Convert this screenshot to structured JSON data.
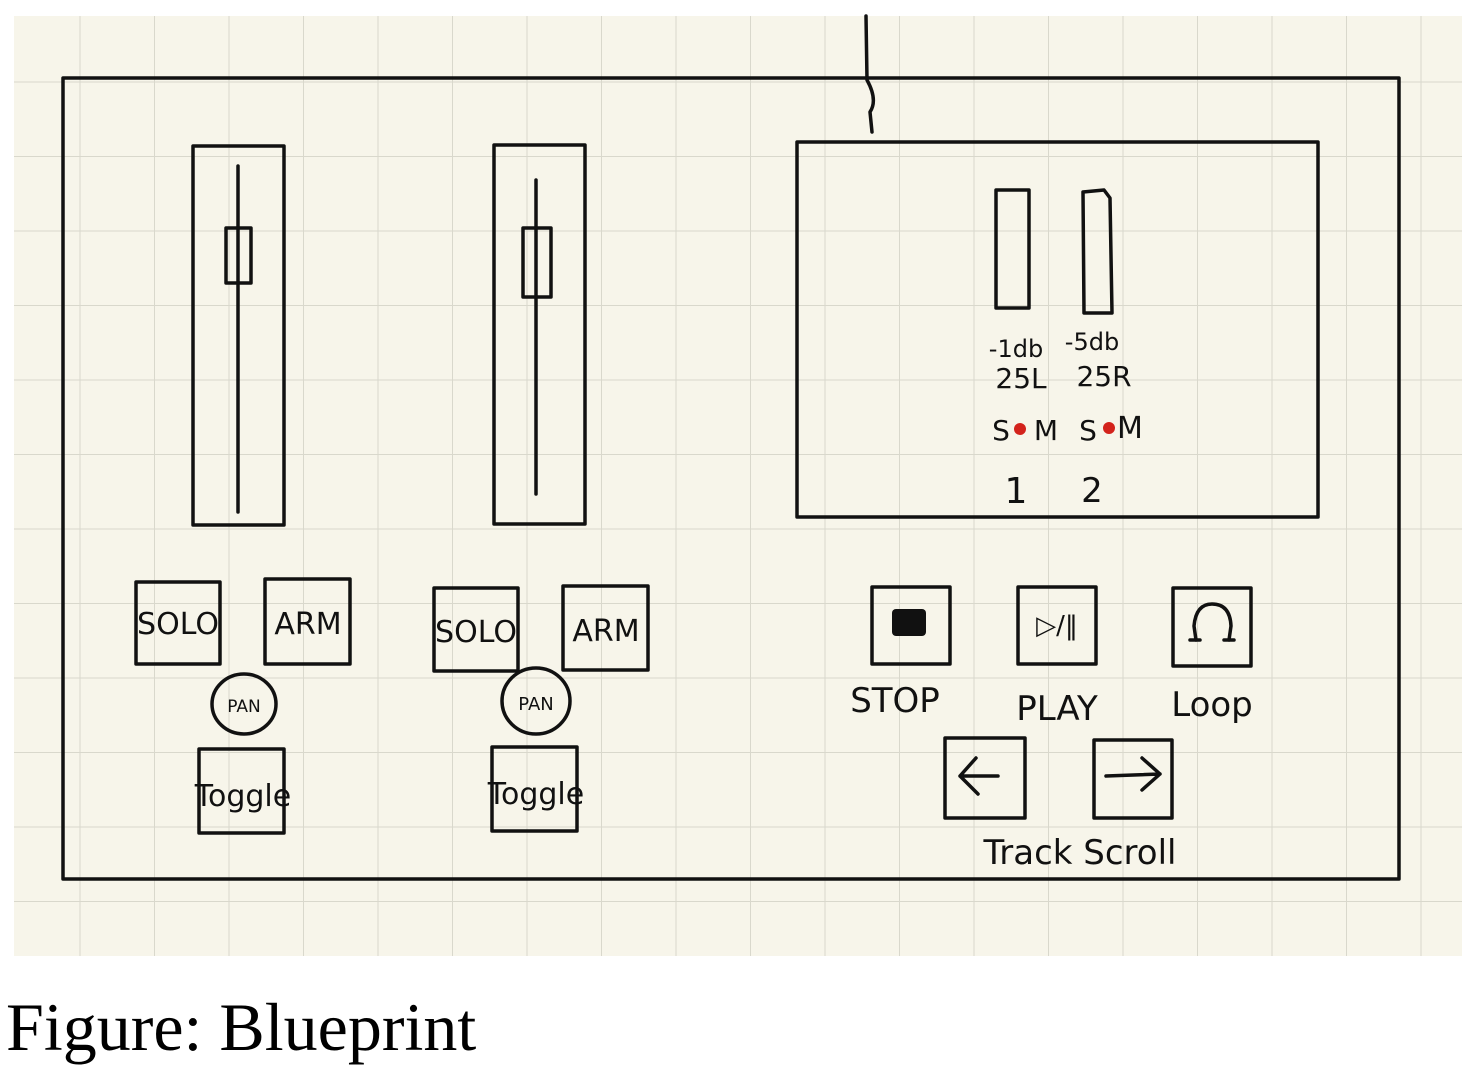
{
  "caption": "Figure: Blueprint",
  "channels": [
    {
      "solo_label": "SOLO",
      "arm_label": "ARM",
      "pan_label": "PAN",
      "toggle_label": "Toggle"
    },
    {
      "solo_label": "SOLO",
      "arm_label": "ARM",
      "pan_label": "PAN",
      "toggle_label": "Toggle"
    }
  ],
  "screen": {
    "tracks": [
      {
        "db": "-1db",
        "pan": "25L",
        "s": "S",
        "m": "M",
        "number": "1"
      },
      {
        "db": "-5db",
        "pan": "25R",
        "s": "S",
        "m": "M",
        "number": "2"
      }
    ],
    "indicator_color": "#d3231c"
  },
  "transport": {
    "stop_label": "STOP",
    "play_label": "PLAY",
    "loop_label": "Loop",
    "play_glyph": "▷/‖",
    "track_scroll_label": "Track Scroll"
  }
}
